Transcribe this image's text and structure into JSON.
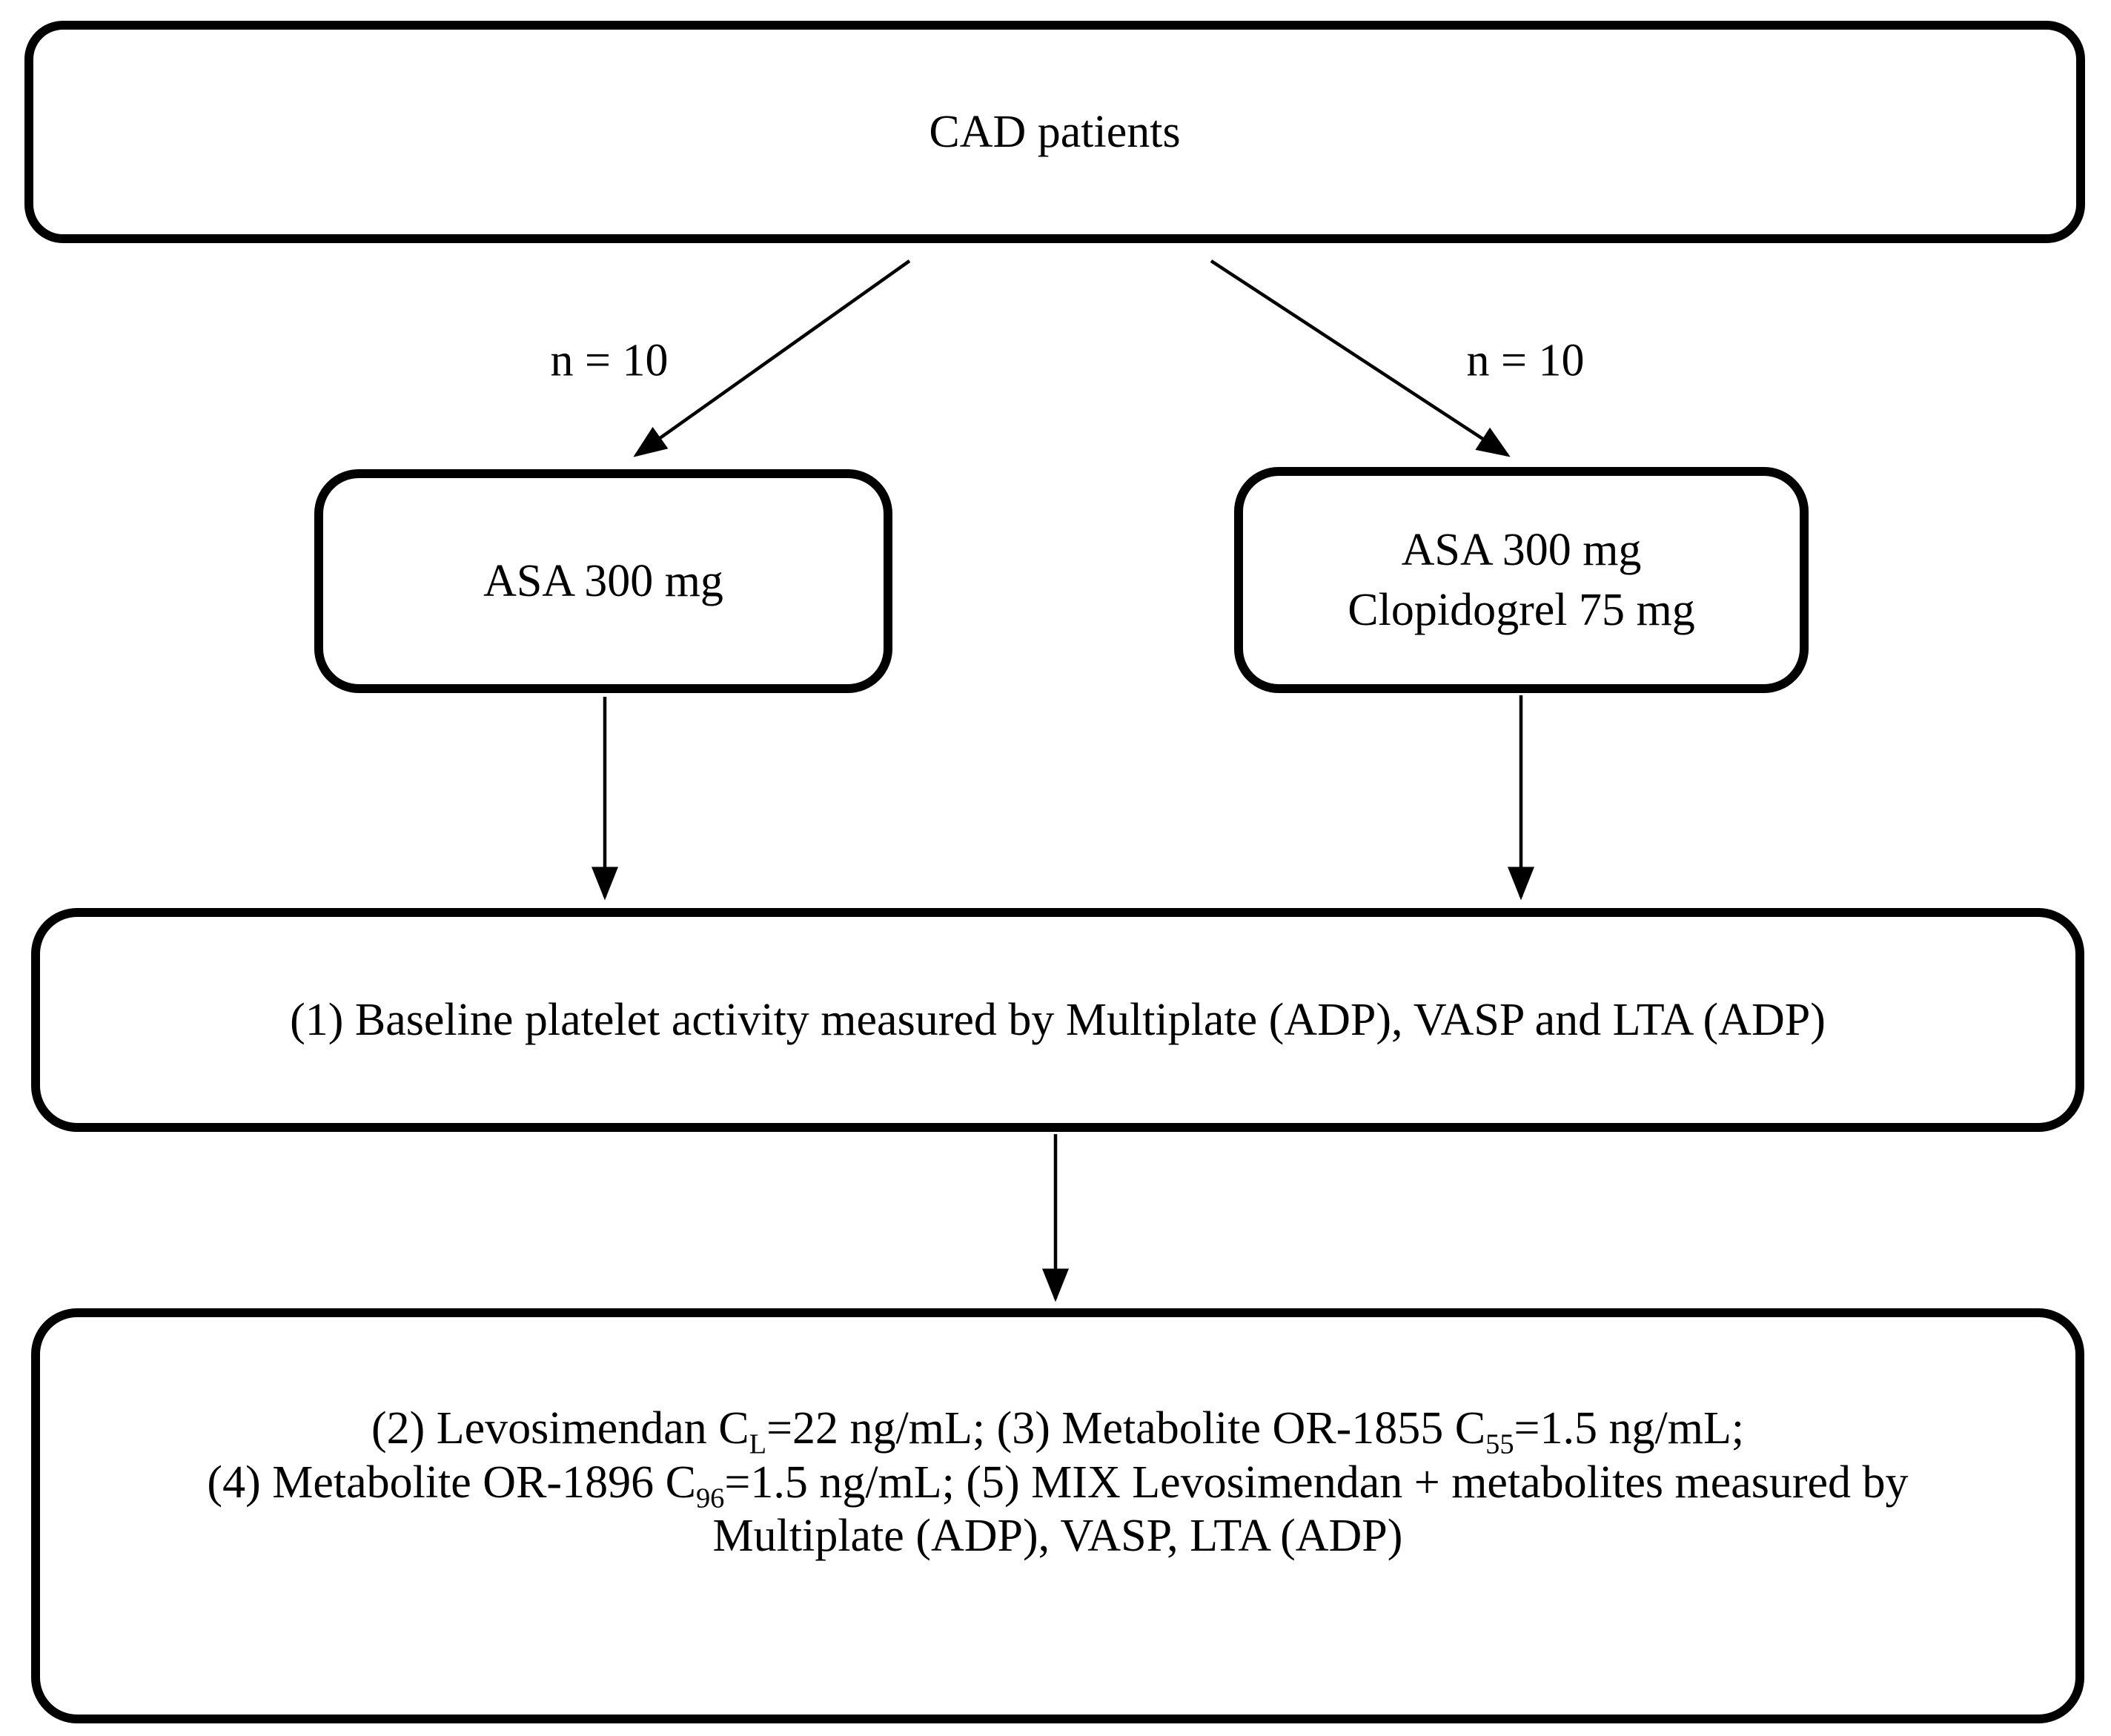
{
  "page": {
    "background_color": "#ffffff",
    "stroke_color": "#000000"
  },
  "boxes": {
    "cad": {
      "label": "CAD patients"
    },
    "asa": {
      "label": "ASA 300 mg"
    },
    "asa_clopidogrel": {
      "line1": "ASA 300 mg",
      "line2": "Clopidogrel 75 mg"
    },
    "step1": {
      "label": "(1) Baseline platelet activity measured by Multiplate (ADP), VASP and LTA (ADP)"
    },
    "step2": {
      "line1": {
        "t1": "(2) Levosimendan C",
        "sub1": "L",
        "t2": "=22 ng/mL; (3) Metabolite OR-1855 C",
        "sub2": "55",
        "t3": "=1.5 ng/mL;"
      },
      "line2": {
        "t1": "(4) Metabolite OR-1896 C",
        "sub1": "96",
        "t2": "=1.5 ng/mL; (5) MIX Levosimendan + metabolites measured by"
      },
      "line3": "Multiplate (ADP), VASP, LTA (ADP)"
    }
  },
  "connectors": [
    {
      "from": "cad",
      "to": "asa",
      "label": "n = 10"
    },
    {
      "from": "cad",
      "to": "asa_clopidogrel",
      "label": "n = 10"
    },
    {
      "from": "asa",
      "to": "step1",
      "label": ""
    },
    {
      "from": "asa_clopidogrel",
      "to": "step1",
      "label": ""
    },
    {
      "from": "step1",
      "to": "step2",
      "label": ""
    }
  ]
}
